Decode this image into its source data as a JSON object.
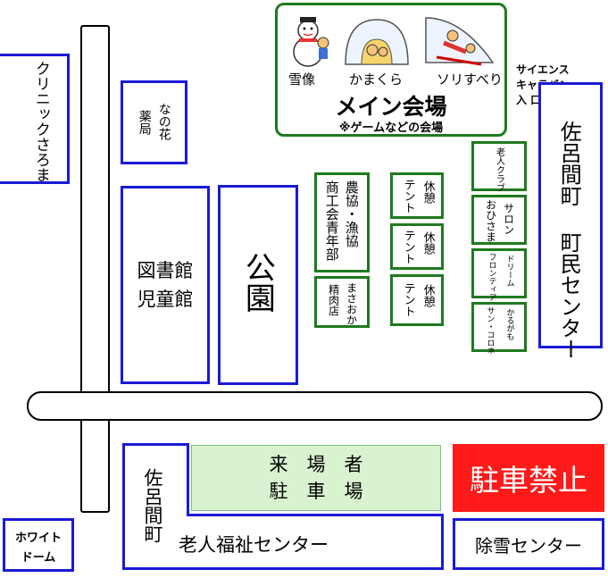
{
  "main_venue": {
    "captions": [
      "雪像",
      "かまくら",
      "ソリすべり"
    ],
    "title": "メイン会場",
    "subtitle": "※ゲームなどの会場"
  },
  "science_caravan": {
    "line1": "サイエンス",
    "line2": "キャラバン",
    "line3": "入 口　→"
  },
  "buildings": {
    "clinic": "クリニックさろま",
    "pharmacy_name": "なの花",
    "pharmacy_type": "薬局",
    "library_line1": "図書館",
    "library_line2": "児童館",
    "park": "公園",
    "community_center": "佐呂間町 町民センター",
    "agri_line1": "農協・漁協",
    "agri_line2": "商工会青年部",
    "butcher_name": "まさおか",
    "butcher_type": "精肉店",
    "rest_tents": [
      "休憩",
      "休憩",
      "休憩"
    ],
    "rest_tent_sub": "テント",
    "elderly_club": "老人クラブ",
    "salon_line1": "サロン",
    "salon_line2": "おひさま",
    "dream_line1": "ドリーム",
    "dream_line2": "フロンティア",
    "karugamo_line1": "かるがも",
    "karugamo_line2": "サン・コロネ",
    "visitor_parking_line1": "来　場　者",
    "visitor_parking_line2": "駐　車　場",
    "no_parking": "駐車禁止",
    "welfare_town": "佐呂間町",
    "welfare_name": "老人福祉センター",
    "snow_center": "除雪センター",
    "white_dome_line1": "ホワイト",
    "white_dome_line2": "ドーム"
  },
  "colors": {
    "building_border": "#1a1ad6",
    "venue_border": "#1f7a1f",
    "parking_fill": "#d9f2d0",
    "no_parking_fill": "#ff1a1a"
  }
}
